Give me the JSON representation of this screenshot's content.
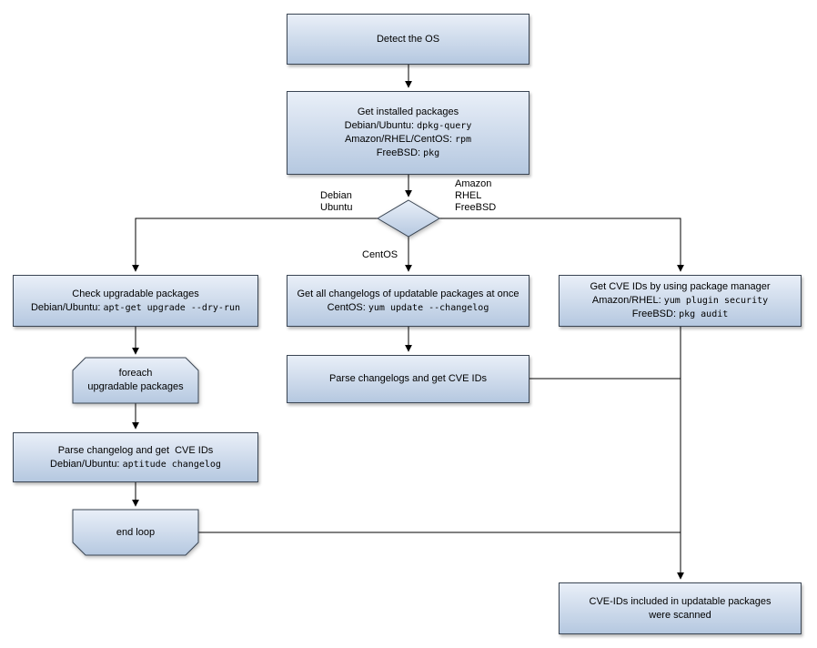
{
  "diagram": {
    "nodes": {
      "detect_os": {
        "line1": "Detect the OS"
      },
      "get_installed": {
        "line1": "Get installed packages",
        "line2_label": "Debian/Ubuntu:",
        "line2_cmd": "dpkg-query",
        "line3_label": "Amazon/RHEL/CentOS:",
        "line3_cmd": "rpm",
        "line4_label": "FreeBSD:",
        "line4_cmd": "pkg"
      },
      "check_upgradable": {
        "line1": "Check upgradable packages",
        "line2_label": "Debian/Ubuntu:",
        "line2_cmd": "apt-get upgrade --dry-run"
      },
      "get_changelogs": {
        "line1": "Get all changelogs of updatable packages at once",
        "line2_label": "CentOS:",
        "line2_cmd": "yum update --changelog"
      },
      "get_cve_ids": {
        "line1": "Get CVE IDs by using package manager",
        "line2_label": "Amazon/RHEL:",
        "line2_cmd": "yum plugin security",
        "line3_label": "FreeBSD:",
        "line3_cmd": "pkg audit"
      },
      "foreach_loop": {
        "line1": "foreach",
        "line2": "upgradable  packages"
      },
      "parse_changelogs": {
        "line1": "Parse changelogs and get CVE IDs"
      },
      "parse_changelog": {
        "line1": "Parse changelog and get  CVE IDs",
        "line2_label": "Debian/Ubuntu:",
        "line2_cmd": "aptitude changelog"
      },
      "end_loop": {
        "line1": "end loop"
      },
      "scanned": {
        "line1": "CVE-IDs included in updatable packages",
        "line2": "were scanned"
      }
    },
    "edge_labels": {
      "left_branch": {
        "line1": "Debian",
        "line2": "Ubuntu"
      },
      "right_branch": {
        "line1": "Amazon",
        "line2": "RHEL",
        "line3": "FreeBSD"
      },
      "center_branch": {
        "line1": "CentOS"
      }
    },
    "colors": {
      "node_fill_top": "#e9eff8",
      "node_fill_bottom": "#b5c8e0",
      "node_border": "#3a4553",
      "connector": "#000000",
      "background": "#ffffff"
    }
  }
}
